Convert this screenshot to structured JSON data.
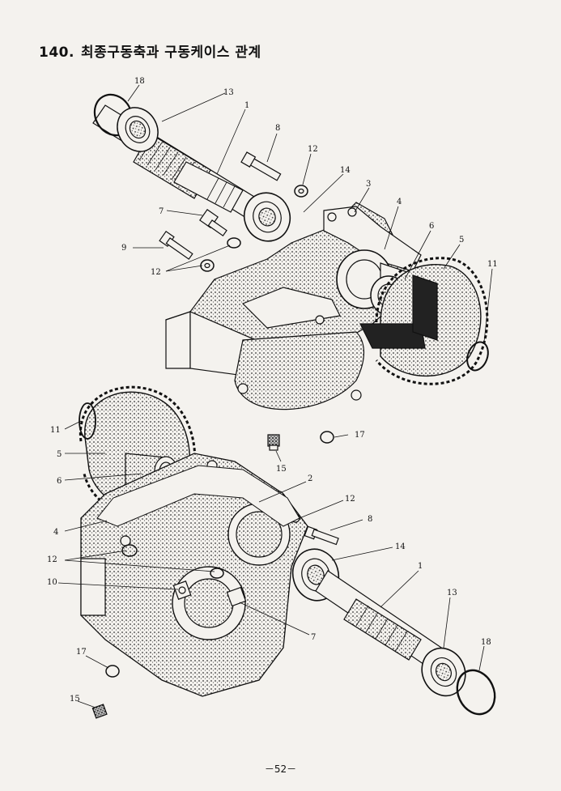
{
  "page": {
    "section_number": "140.",
    "section_title": "최종구동축과 구동케이스 관계",
    "page_number": "－52－"
  },
  "diagram_top": {
    "callouts": [
      {
        "label": "18"
      },
      {
        "label": "13"
      },
      {
        "label": "1"
      },
      {
        "label": "8"
      },
      {
        "label": "12"
      },
      {
        "label": "14"
      },
      {
        "label": "3"
      },
      {
        "label": "4"
      },
      {
        "label": "6"
      },
      {
        "label": "5"
      },
      {
        "label": "11"
      },
      {
        "label": "7"
      },
      {
        "label": "9"
      },
      {
        "label": "12"
      }
    ]
  },
  "diagram_bottom": {
    "callouts": [
      {
        "label": "11"
      },
      {
        "label": "5"
      },
      {
        "label": "6"
      },
      {
        "label": "17"
      },
      {
        "label": "15"
      },
      {
        "label": "2"
      },
      {
        "label": "12"
      },
      {
        "label": "4"
      },
      {
        "label": "8"
      },
      {
        "label": "12"
      },
      {
        "label": "14"
      },
      {
        "label": "1"
      },
      {
        "label": "10"
      },
      {
        "label": "7"
      },
      {
        "label": "13"
      },
      {
        "label": "17"
      },
      {
        "label": "18"
      },
      {
        "label": "15"
      }
    ]
  },
  "colors": {
    "ink": "#111111",
    "paper": "#f4f2ee",
    "shade": "#6b6b6b"
  }
}
